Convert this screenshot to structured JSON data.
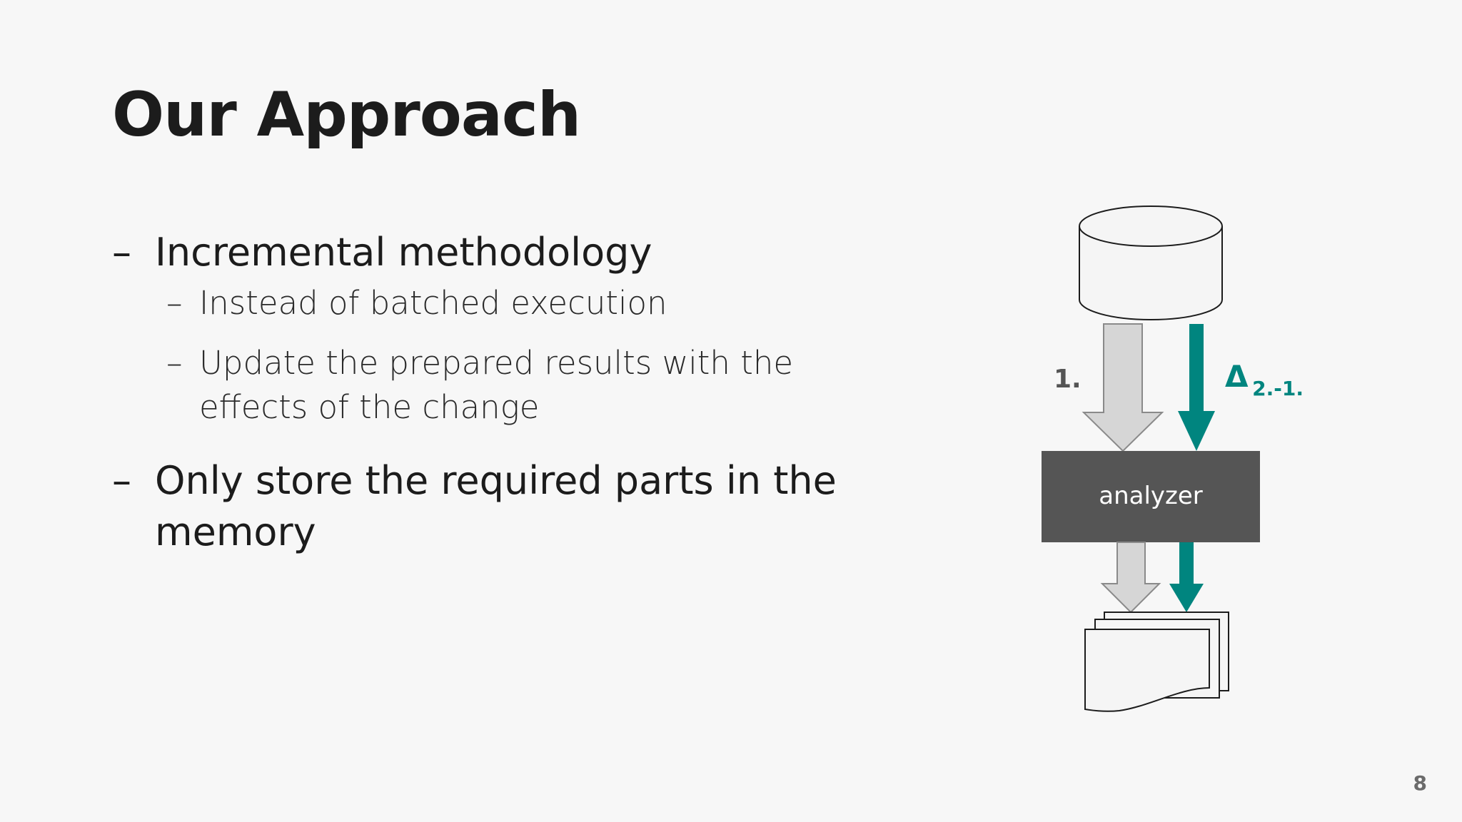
{
  "slide": {
    "title": "Our Approach",
    "page_number": "8"
  },
  "bullets": [
    {
      "level": 1,
      "dash": "–",
      "text": "Incremental methodology"
    },
    {
      "level": 2,
      "dash": "–",
      "text": "Instead of batched execution"
    },
    {
      "level": 2,
      "dash": "–",
      "text": "Update the prepared results with the effects of the change"
    },
    {
      "level": 1,
      "dash": "–",
      "text": "Only store the required parts in the memory"
    }
  ],
  "diagram": {
    "step_label": "1.",
    "delta_symbol": "Δ",
    "delta_subscript": "2.-1.",
    "processor_label": "analyzer",
    "colors": {
      "teal": "#00857f",
      "dark_box": "#555555",
      "grey_arrow": "#d6d6d6",
      "outline": "#1c1c1c",
      "shape_fill": "#f5f5f5"
    }
  }
}
